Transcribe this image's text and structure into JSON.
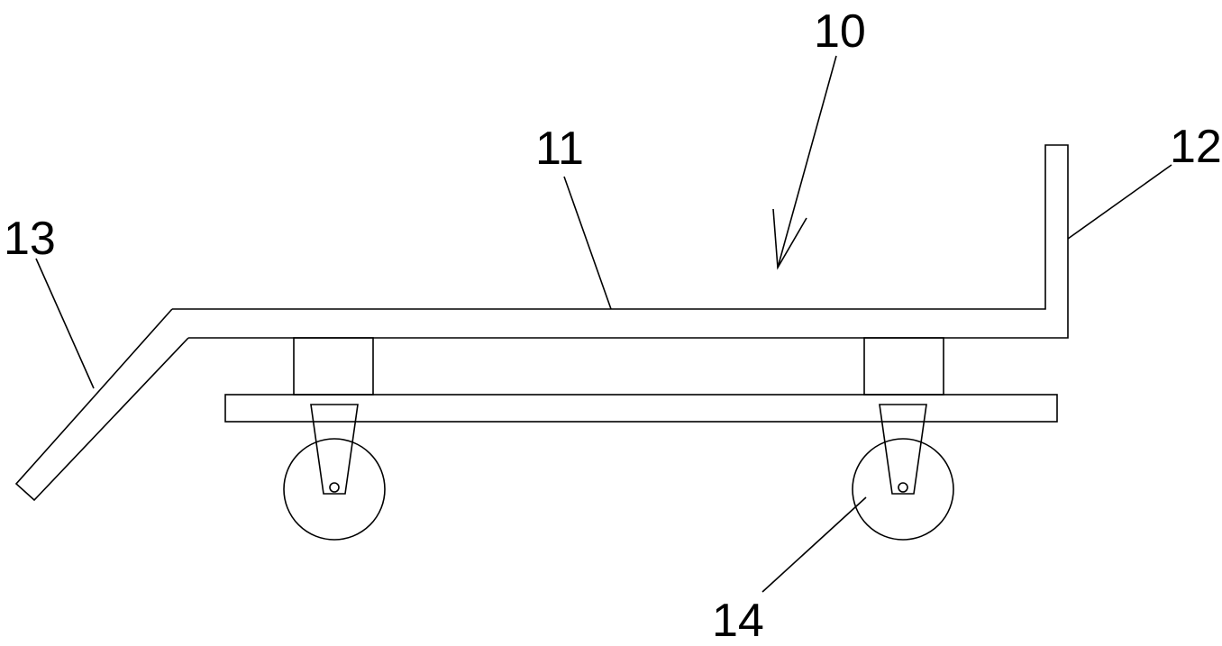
{
  "labels": {
    "assembly": "10",
    "bed_frame": "11",
    "headboard": "12",
    "foot_handle": "13",
    "caster_wheel": "14"
  },
  "colors": {
    "line": "#000000",
    "background": "#ffffff"
  }
}
